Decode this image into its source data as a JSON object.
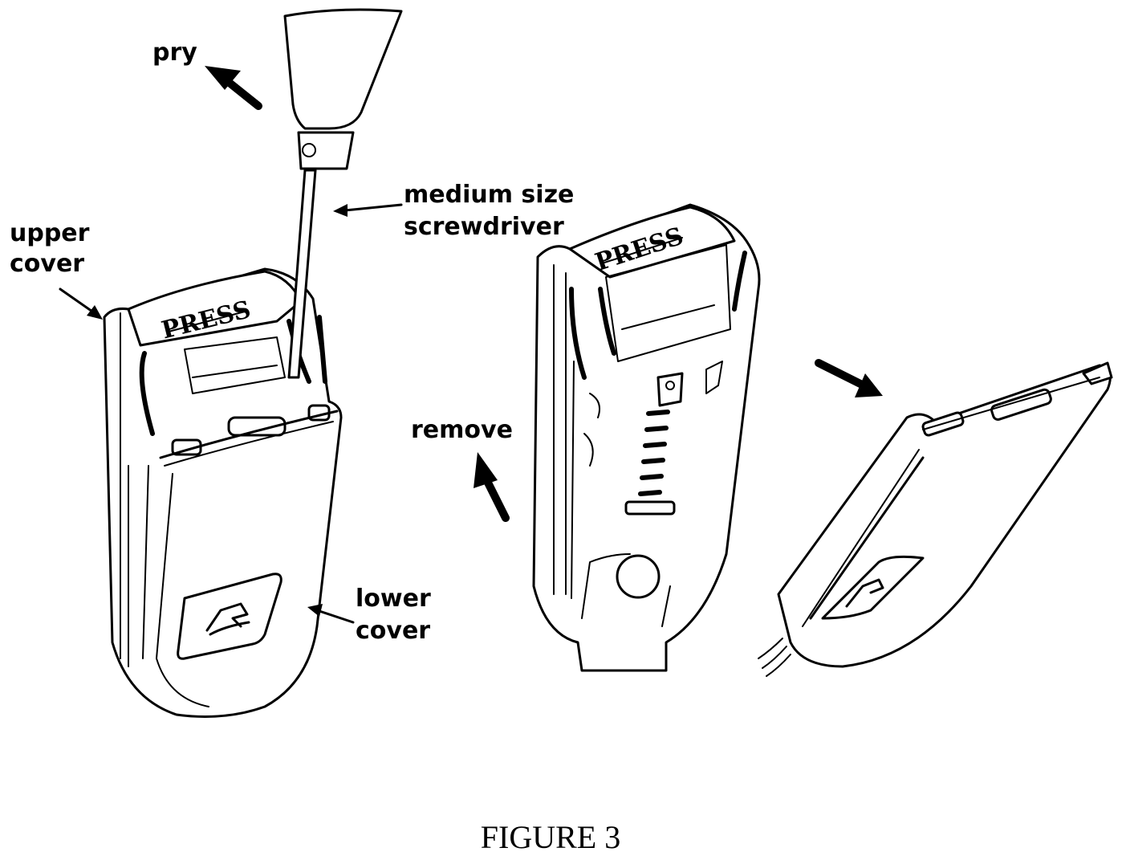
{
  "labels": {
    "pry": "pry",
    "screwdriver_line1": "medium size",
    "screwdriver_line2": "screwdriver",
    "upper_cover_line1": "upper",
    "upper_cover_line2": "cover",
    "lower_cover_line1": "lower",
    "lower_cover_line2": "cover",
    "remove": "remove",
    "press_left": "PRESS",
    "press_right": "PRESS"
  },
  "caption": "FIGURE 3"
}
